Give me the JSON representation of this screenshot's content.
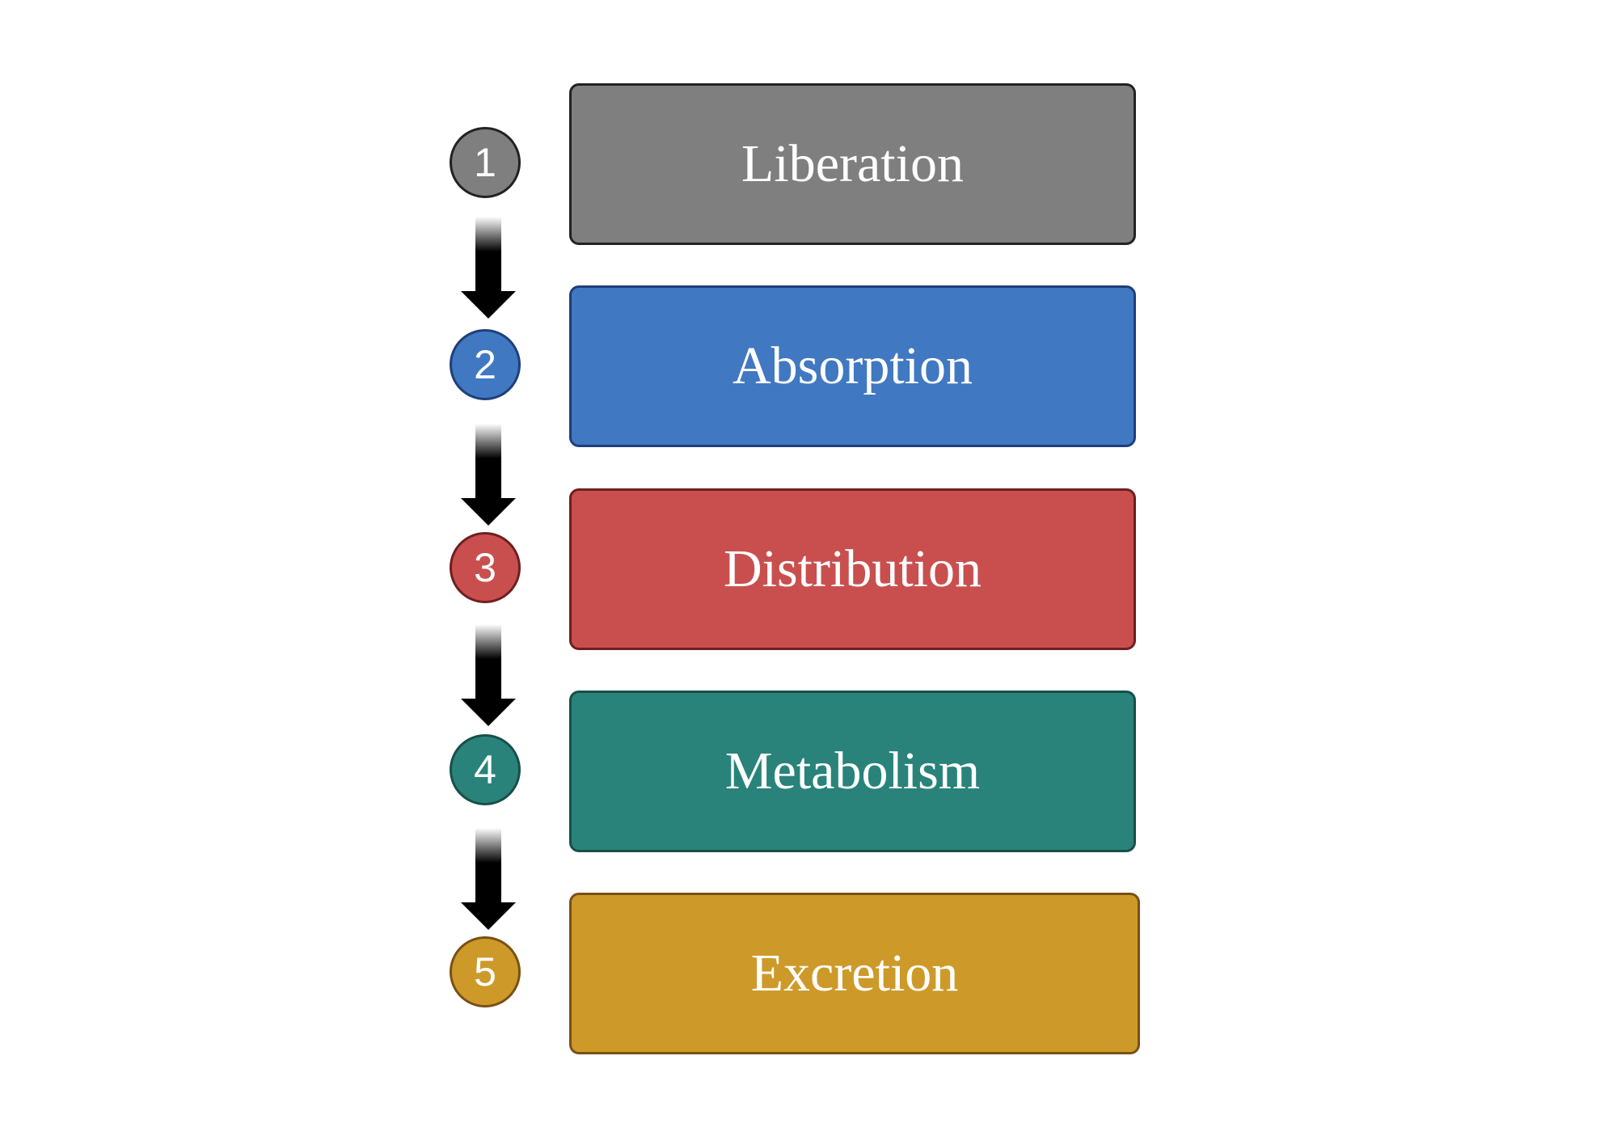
{
  "steps": [
    {
      "number": "1",
      "label": "Liberation",
      "fill": "#7f7f7f",
      "stroke": "#222222"
    },
    {
      "number": "2",
      "label": "Absorption",
      "fill": "#4078c2",
      "stroke": "#1f3f7a"
    },
    {
      "number": "3",
      "label": "Distribution",
      "fill": "#c94f4f",
      "stroke": "#6e1f1f"
    },
    {
      "number": "4",
      "label": "Metabolism",
      "fill": "#29837a",
      "stroke": "#184f49"
    },
    {
      "number": "5",
      "label": "Excretion",
      "fill": "#cd9a2a",
      "stroke": "#7a5014"
    }
  ]
}
